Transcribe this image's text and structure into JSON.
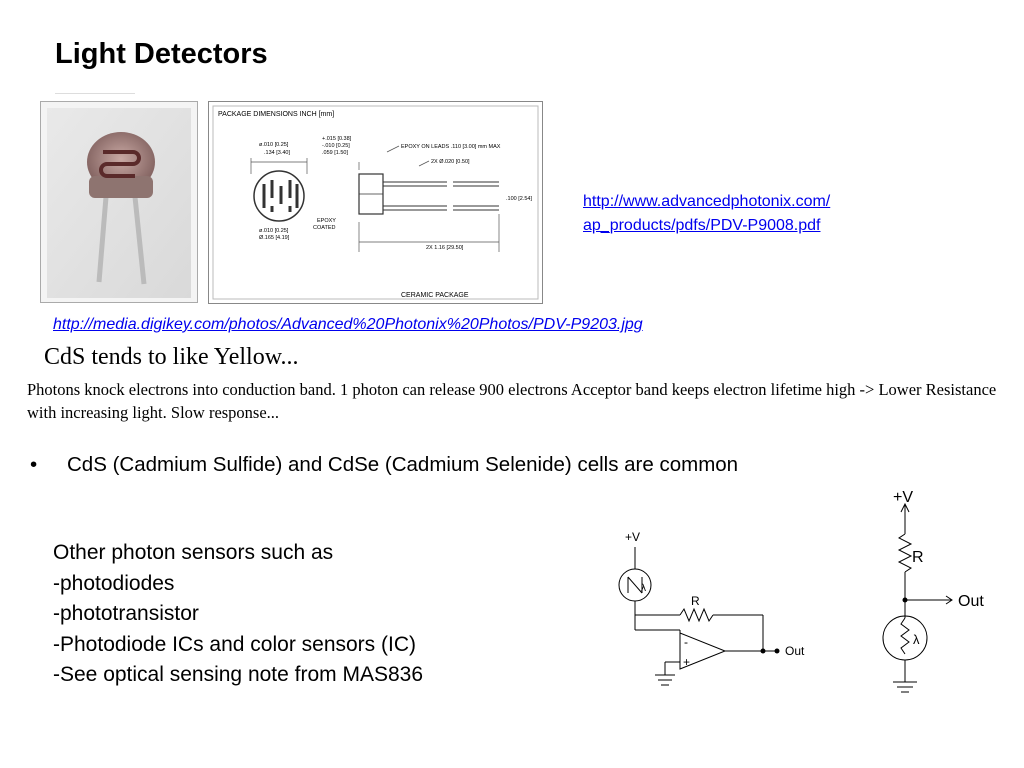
{
  "title": "Light Detectors",
  "drawing": {
    "header": "PACKAGE DIMENSIONS INCH [mm]",
    "dim_a": "ø.010 [0.25]",
    "dim_b": ".134 [3.40]",
    "dim_c": "+.015 [0.38]",
    "dim_d": "-.010 [0.25]",
    "dim_e": ".059 [1.50]",
    "epoxy_leads": "EPOXY ON LEADS .110 [3.00] mm MAX",
    "lead_dia": "2X Ø.020 [0.50]",
    "epoxy_coated_1": "EPOXY",
    "epoxy_coated_2": "COATED",
    "dim_f": "ø.010 [0.25]",
    "dim_g": "Ø.165 [4.19]",
    "height": ".100 [2.54]",
    "lead_len": "2X 1.16 [29.50]",
    "footer": "CERAMIC PACKAGE"
  },
  "links": {
    "advanced_line1": "http://www.advancedphotonix.com/",
    "advanced_line2": "ap_products/pdfs/PDV-P9008.pdf",
    "digikey": "http://media.digikey.com/photos/Advanced%20Photonix%20Photos/PDV-P9203.jpg"
  },
  "subtitle": "CdS tends to like Yellow...",
  "paragraph": "Photons knock electrons into conduction band. 1 photon can release 900 electrons Acceptor band keeps electron lifetime high -> Lower Resistance with increasing light. Slow response...",
  "bullet": {
    "marker": "•",
    "text": "CdS (Cadmium Sulfide) and CdSe (Cadmium Selenide) cells are common"
  },
  "other_sensors": [
    "Other photon sensors such as",
    "-photodiodes",
    "-phototransistor",
    "-Photodiode ICs and color sensors (IC)",
    "-See optical sensing note from MAS836"
  ],
  "circuit1": {
    "supply": "+V",
    "resistor": "R",
    "sensor": "λ",
    "minus": "-",
    "plus": "+",
    "out": "Out"
  },
  "circuit2": {
    "supply": "+V",
    "resistor": "R",
    "sensor": "λ",
    "out": "Out"
  },
  "colors": {
    "link": "#0000ee",
    "text": "#000000"
  }
}
